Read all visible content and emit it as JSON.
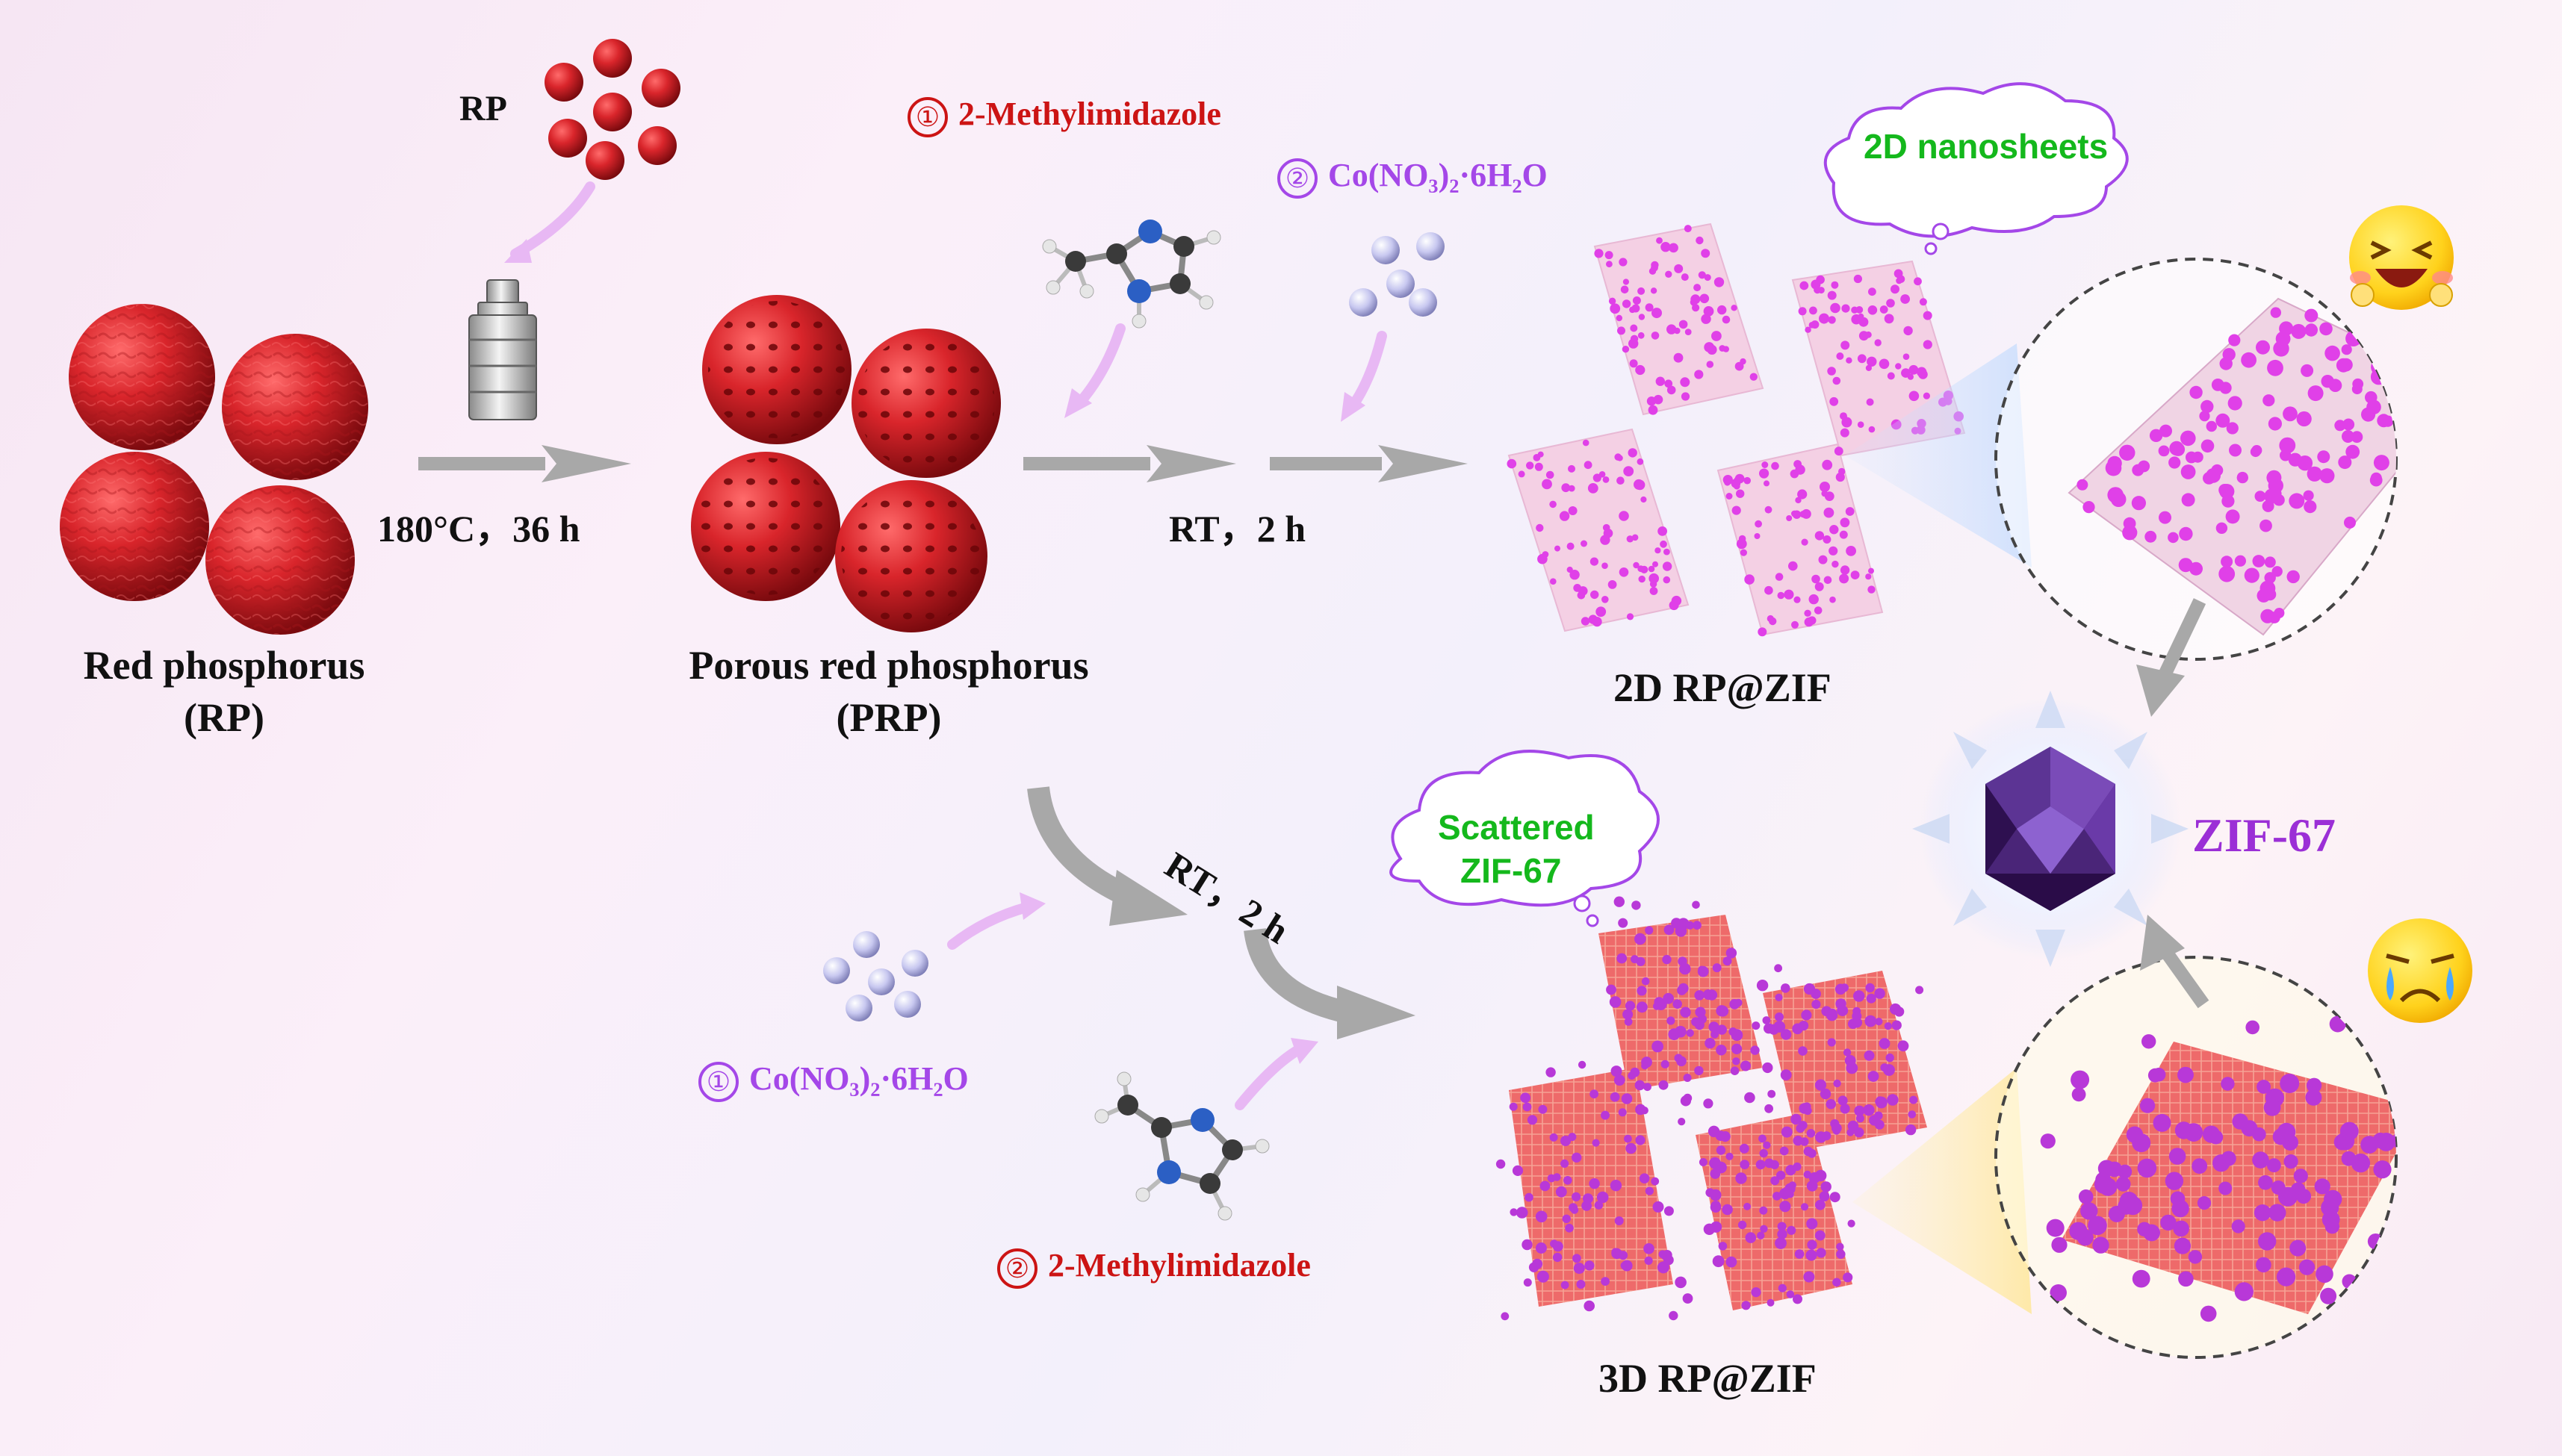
{
  "labels": {
    "rp_small": "RP",
    "red_phosphorus": "Red phosphorus",
    "rp_abbr": "(RP)",
    "porous_red_phosphorus": "Porous red phosphorus",
    "prp_abbr": "(PRP)",
    "condition_hydrothermal": "180°C，36 h",
    "condition_rt_top": "RT，2 h",
    "condition_rt_bottom": "RT，2 h",
    "label_2d": "2D RP@ZIF",
    "label_3d": "3D RP@ZIF",
    "zif67": "ZIF-67",
    "bubble_top": "2D nanosheets",
    "bubble_bottom_1": "Scattered",
    "bubble_bottom_2": "ZIF-67"
  },
  "steps": {
    "top_step1_num": "①",
    "top_step1": "2-Methylimidazole",
    "top_step2_num": "②",
    "top_step2": "Co(NO₃)₂·6H₂O",
    "bottom_step1_num": "①",
    "bottom_step1": "Co(NO₃)₂·6H₂O",
    "bottom_step2_num": "②",
    "bottom_step2": "2-Methylimidazole"
  },
  "colors": {
    "red_phosphorus": "#d9252b",
    "cobalt_ion": "#c8c8f0",
    "zif_particle": "#e040e8",
    "sheet_2d": "#f4d0e4",
    "sheet_3d": "#ee6a6a",
    "zif_crystal": "#4a2578",
    "arrow_gray": "#a8a8a8",
    "arrow_purple": "#e8b8f4",
    "bubble_text": "#14b81c"
  },
  "icons": {
    "autoclave": "autoclave-icon",
    "molecule": "imidazole-molecule-icon",
    "happy": "laughing-face-icon",
    "sad": "crying-face-icon",
    "crystal": "rhombic-dodecahedron-icon"
  }
}
